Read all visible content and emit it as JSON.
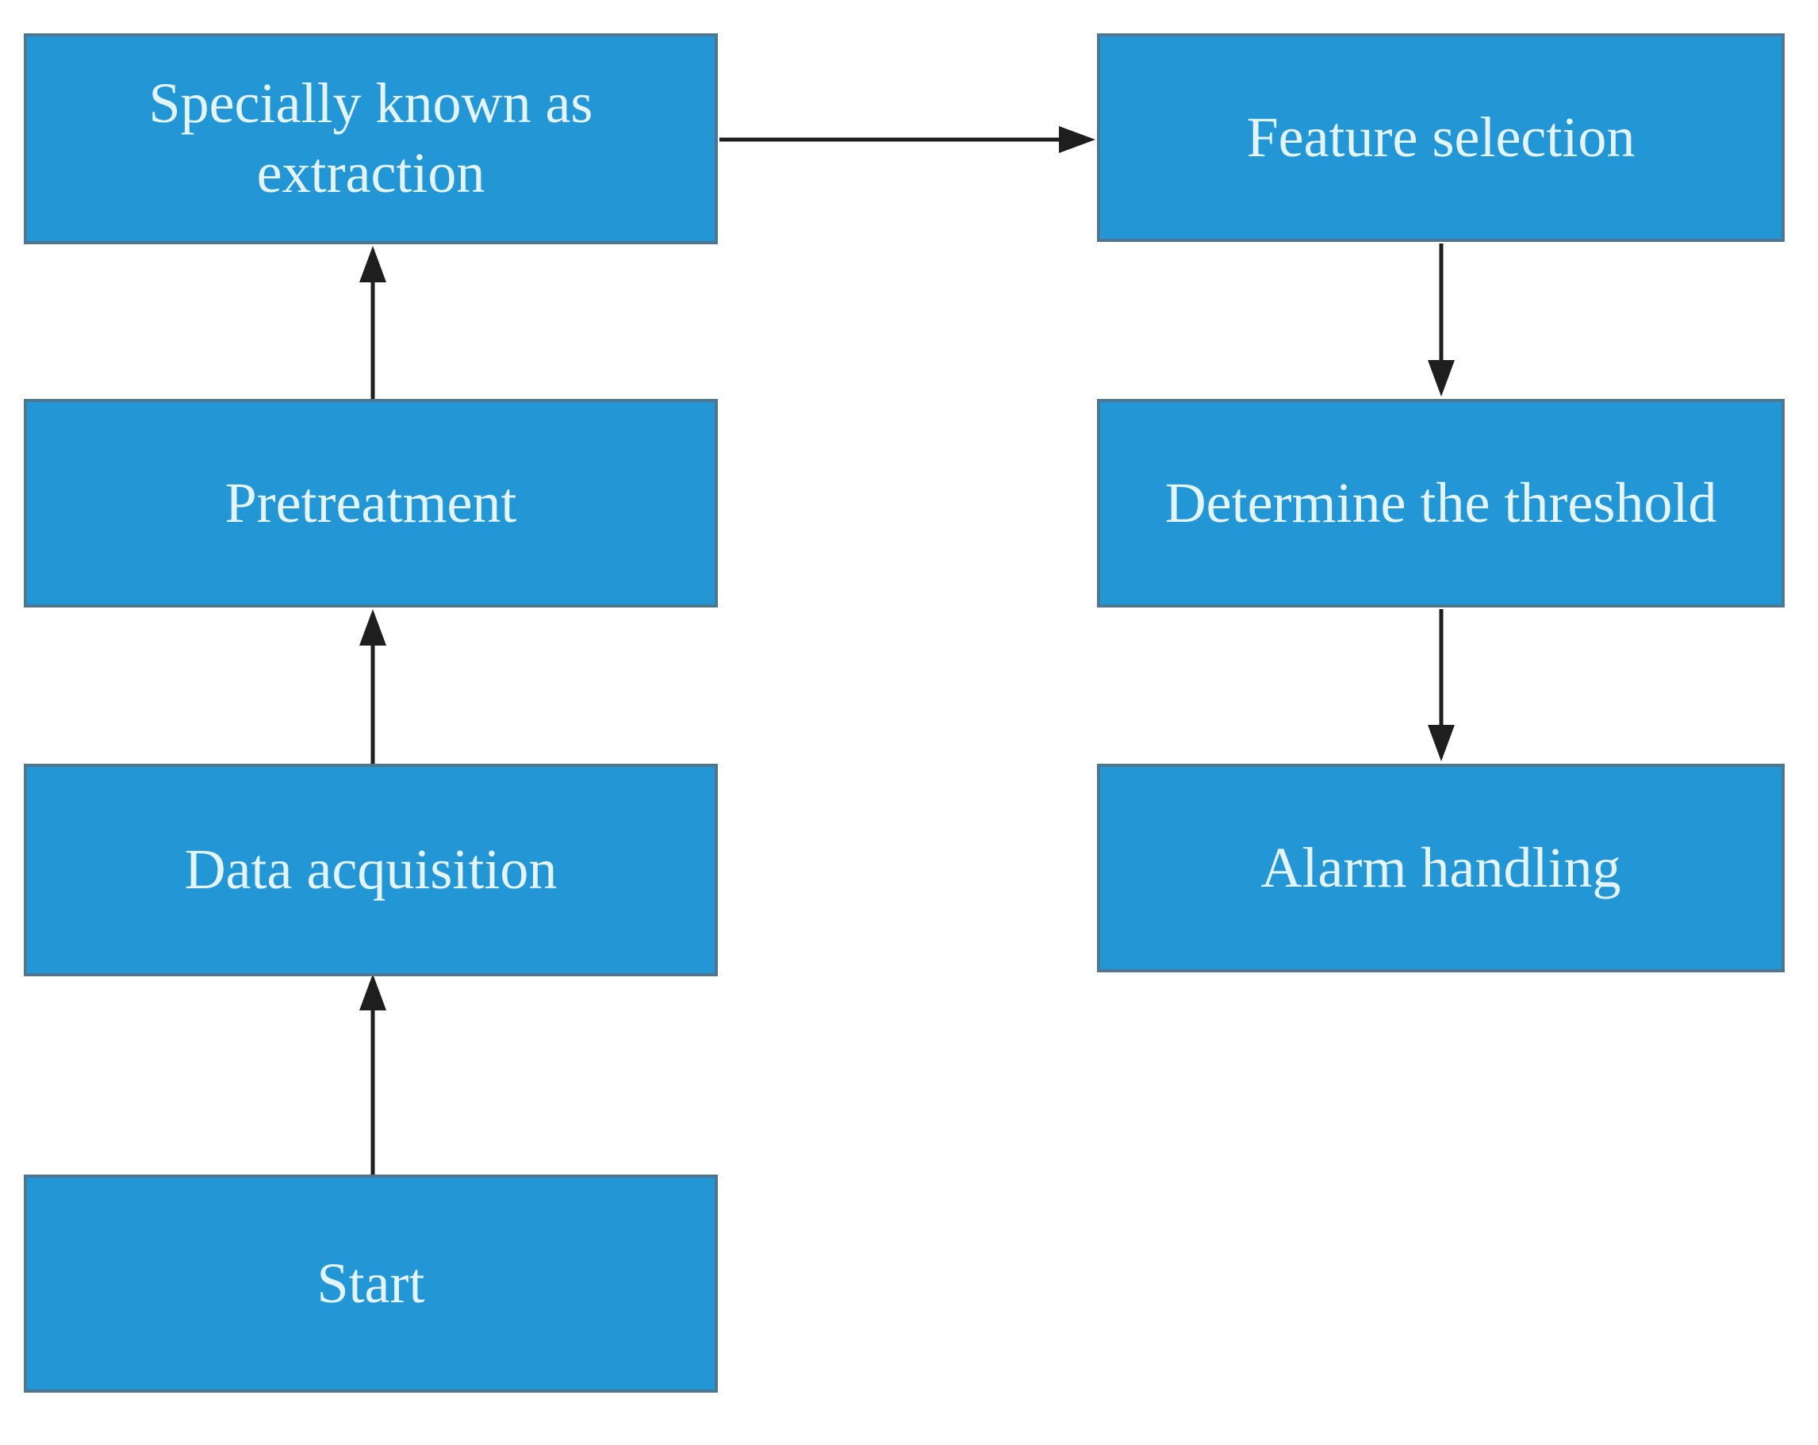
{
  "diagram": {
    "type": "flowchart",
    "colors": {
      "node_fill": "#2397d5",
      "node_border": "#4d7692",
      "node_text": "#e3f4fc",
      "arrow": "#1e1e1e",
      "background": "#ffffff"
    },
    "nodes": [
      {
        "id": "start",
        "label": "Start"
      },
      {
        "id": "data-acquisition",
        "label": "Data acquisition"
      },
      {
        "id": "pretreatment",
        "label": "Pretreatment"
      },
      {
        "id": "extraction",
        "label": "Specially known as extraction"
      },
      {
        "id": "feature-selection",
        "label": "Feature selection"
      },
      {
        "id": "determine-threshold",
        "label": "Determine the threshold"
      },
      {
        "id": "alarm-handling",
        "label": "Alarm handling"
      }
    ],
    "edges": [
      {
        "from": "start",
        "to": "data-acquisition",
        "direction": "up"
      },
      {
        "from": "data-acquisition",
        "to": "pretreatment",
        "direction": "up"
      },
      {
        "from": "pretreatment",
        "to": "extraction",
        "direction": "up"
      },
      {
        "from": "extraction",
        "to": "feature-selection",
        "direction": "right"
      },
      {
        "from": "feature-selection",
        "to": "determine-threshold",
        "direction": "down"
      },
      {
        "from": "determine-threshold",
        "to": "alarm-handling",
        "direction": "down"
      }
    ]
  }
}
